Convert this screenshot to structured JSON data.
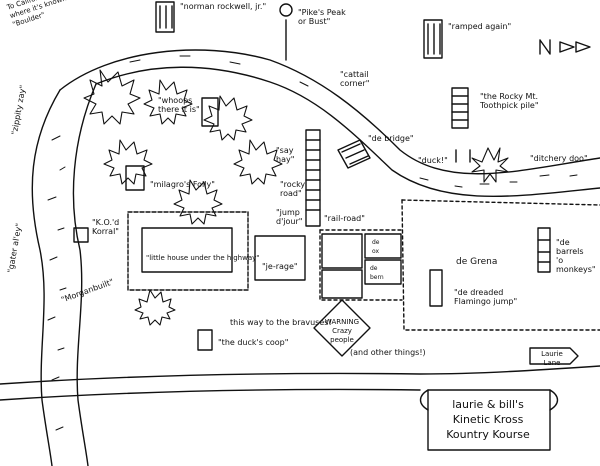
{
  "map": {
    "title_lines": [
      "laurie & bill's",
      "Kinetic Kross",
      "Kountry Kourse"
    ],
    "labels": {
      "to_california": "To California\nwhere it's known as\n\"Boulder\"",
      "norman_rockwell": "\"norman rockwell, jr.\"",
      "pikes_peak": "\"Pike's Peak\nor Bust\"",
      "ramped_again": "\"ramped again\"",
      "rocky_mtn": "\"the Rocky Mt.\nToothpick pile\"",
      "cattail_corner": "\"cattail\ncorner\"",
      "whoops": "\"whoops\nthere it is\"",
      "say_hay": "\"say\nhay\"",
      "de_bridge": "\"de bridge\"",
      "duck": "\"duck!\"",
      "ditchery_doo": "\"ditchery doo\"",
      "milagros_folly": "\"milagro's Folly\"",
      "rocky_road": "\"rocky\nroad\"",
      "zippity_zay": "\"zippity zay\"",
      "kod_korral": "\"K.O.'d\nKorral\"",
      "jump_dujour": "\"jump\nd'jour\"",
      "rail_road": "\"rail-road\"",
      "little_house": "\"little house under the highway\"",
      "je_rage": "\"je-rage\"",
      "de_grena": "de Grena",
      "de_barrels": "\"de\nbarrels\n'o monkeys\"",
      "gater_alley": "\"gater al'ey\"",
      "morganbilt": "\"Morganbuilt\"",
      "dreaded_flamingo": "\"de dreaded\nFlamingo jump\"",
      "this_way": "this way to the bravuses!",
      "ducks_coop": "\"the duck's coop\"",
      "warning": "WARNING\nCrazy\npeople",
      "other_things": "(and other things!)",
      "laurie_lane": "Laurie\nLane",
      "de_x_box": "de\nox",
      "de_bern": "de\nbern"
    },
    "north_arrow": "N"
  }
}
